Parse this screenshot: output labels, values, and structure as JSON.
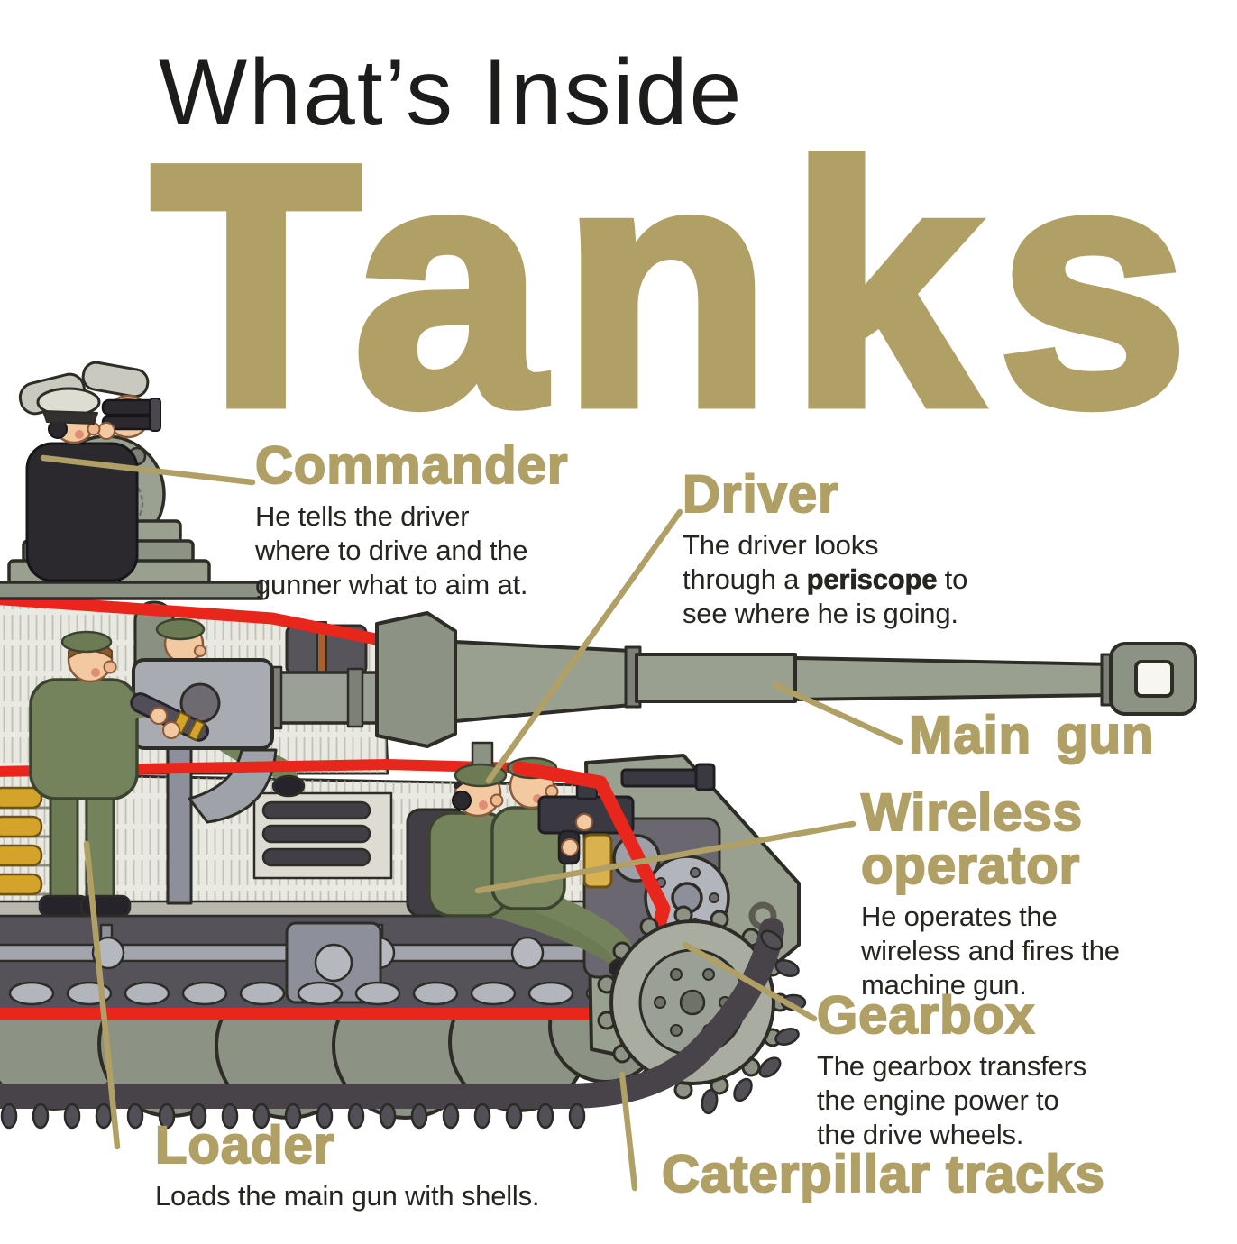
{
  "page": {
    "title_top": "What’s Inside",
    "title_main": "Tanks"
  },
  "colors": {
    "accent_gold": "#b0a065",
    "cutaway_red": "#e8261b",
    "title_black": "#1d1c1a",
    "leader_line": "#b0a065"
  },
  "labels": {
    "commander": {
      "heading": "Commander",
      "lines": [
        "He tells the driver",
        "where to drive and the",
        "gunner what to aim at."
      ]
    },
    "driver": {
      "heading": "Driver",
      "line1": "The driver looks",
      "line2_pre": "through a ",
      "line2_bold": "periscope",
      "line2_post": " to",
      "line3": "see where he is going."
    },
    "main_gun": {
      "heading": "Main gun"
    },
    "wireless_operator": {
      "heading_line1": "Wireless",
      "heading_line2": "operator",
      "lines": [
        "He operates the",
        "wireless and fires the",
        "machine gun."
      ]
    },
    "gearbox": {
      "heading": "Gearbox",
      "lines": [
        "The gearbox transfers",
        "the engine power to",
        "the drive wheels."
      ]
    },
    "loader": {
      "heading": "Loader",
      "lines": [
        "Loads the main gun with shells."
      ]
    },
    "caterpillar_tracks": {
      "heading": "Caterpillar tracks"
    }
  }
}
